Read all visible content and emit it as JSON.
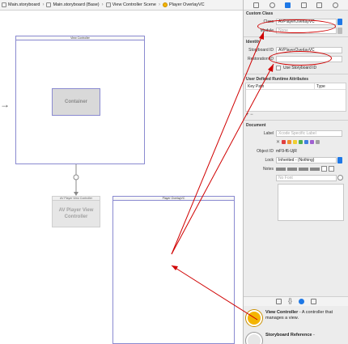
{
  "breadcrumb": {
    "items": [
      "Main.storyboard",
      "Main.storyboard (Base)",
      "View Controller Scene",
      "Player OverlayVC"
    ]
  },
  "canvas": {
    "view_controller_title": "View Controller",
    "container_label": "Container",
    "avplayer_title": "AV Player View Controller",
    "avplayer_label": "AV Player View Controller",
    "player_overlay_title": "Player OverlayVC"
  },
  "inspector": {
    "custom_class": {
      "header": "Custom Class",
      "class_label": "Class",
      "class_value": "AVPlayerOverlayVC",
      "module_label": "Module",
      "module_value": "None"
    },
    "identity": {
      "header": "Identity",
      "storyboard_id_label": "Storyboard ID",
      "storyboard_id_value": "AVPlayerOverlayVC",
      "restoration_id_label": "Restoration ID",
      "use_storyboard_id_label": "Use Storyboard ID"
    },
    "udra": {
      "header": "User Defined Runtime Attributes",
      "col_keypath": "Key Path",
      "col_type": "Type",
      "add_remove": "+  −"
    },
    "document": {
      "header": "Document",
      "label_label": "Label",
      "label_placeholder": "Xcode Specific Label",
      "object_id_label": "Object ID",
      "object_id_value": "mF9-f6-UjR",
      "lock_label": "Lock",
      "lock_value": "Inherited - (Nothing)",
      "notes_label": "Notes",
      "font_placeholder": "No Font"
    },
    "swatches": [
      "#e04040",
      "#f09030",
      "#f0d030",
      "#50b050",
      "#4080e0",
      "#a060d0",
      "#a0a0a0"
    ]
  },
  "library": {
    "items": [
      {
        "title": "View Controller",
        "desc": "- A controller that manages a view."
      },
      {
        "title": "Storyboard Reference",
        "desc": "-"
      }
    ]
  },
  "colors": {
    "accent": "#1e78e6",
    "annotation": "#d00000",
    "scene_border": "#8a8ad0"
  }
}
